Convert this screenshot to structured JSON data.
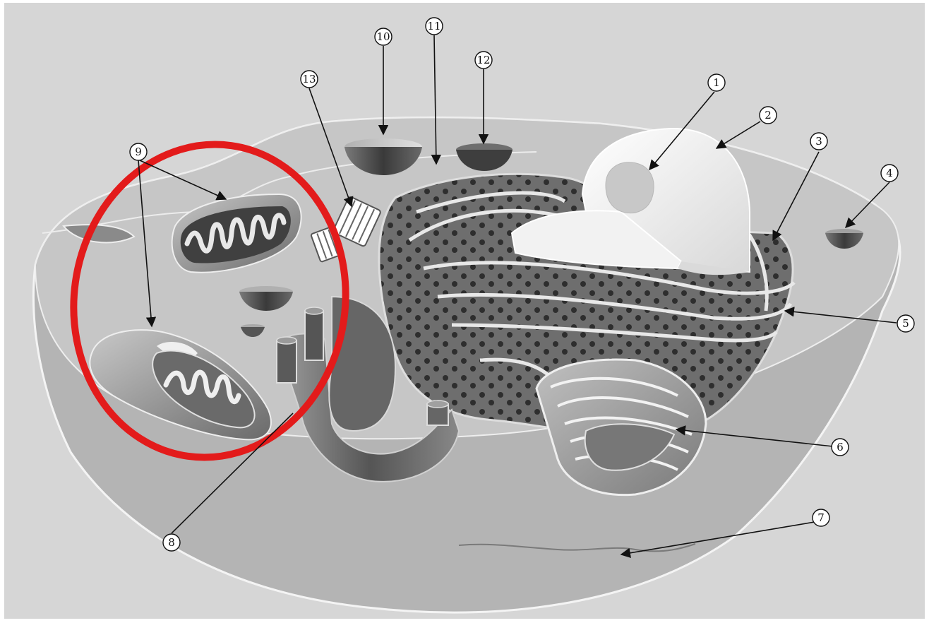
{
  "diagram": {
    "colors": {
      "frame": "#ffffff",
      "background": "#d6d6d6",
      "cytoplasm": "#c2c2c2",
      "cell_lower": "#b4b4b4",
      "outline": "#f4f4f4",
      "organelle_dark": "#505050",
      "organelle_mid": "#8a8a8a",
      "organelle_light": "#e6e6e6",
      "highlight_ring": "#e31b1b",
      "callout_line": "#111111"
    },
    "callouts": [
      {
        "id": "1",
        "label": "1"
      },
      {
        "id": "2",
        "label": "2"
      },
      {
        "id": "3",
        "label": "3"
      },
      {
        "id": "4",
        "label": "4"
      },
      {
        "id": "5",
        "label": "5"
      },
      {
        "id": "6",
        "label": "6"
      },
      {
        "id": "7",
        "label": "7"
      },
      {
        "id": "8",
        "label": "8"
      },
      {
        "id": "9",
        "label": "9"
      },
      {
        "id": "10",
        "label": "10"
      },
      {
        "id": "11",
        "label": "11"
      },
      {
        "id": "12",
        "label": "12"
      },
      {
        "id": "13",
        "label": "13"
      }
    ]
  }
}
